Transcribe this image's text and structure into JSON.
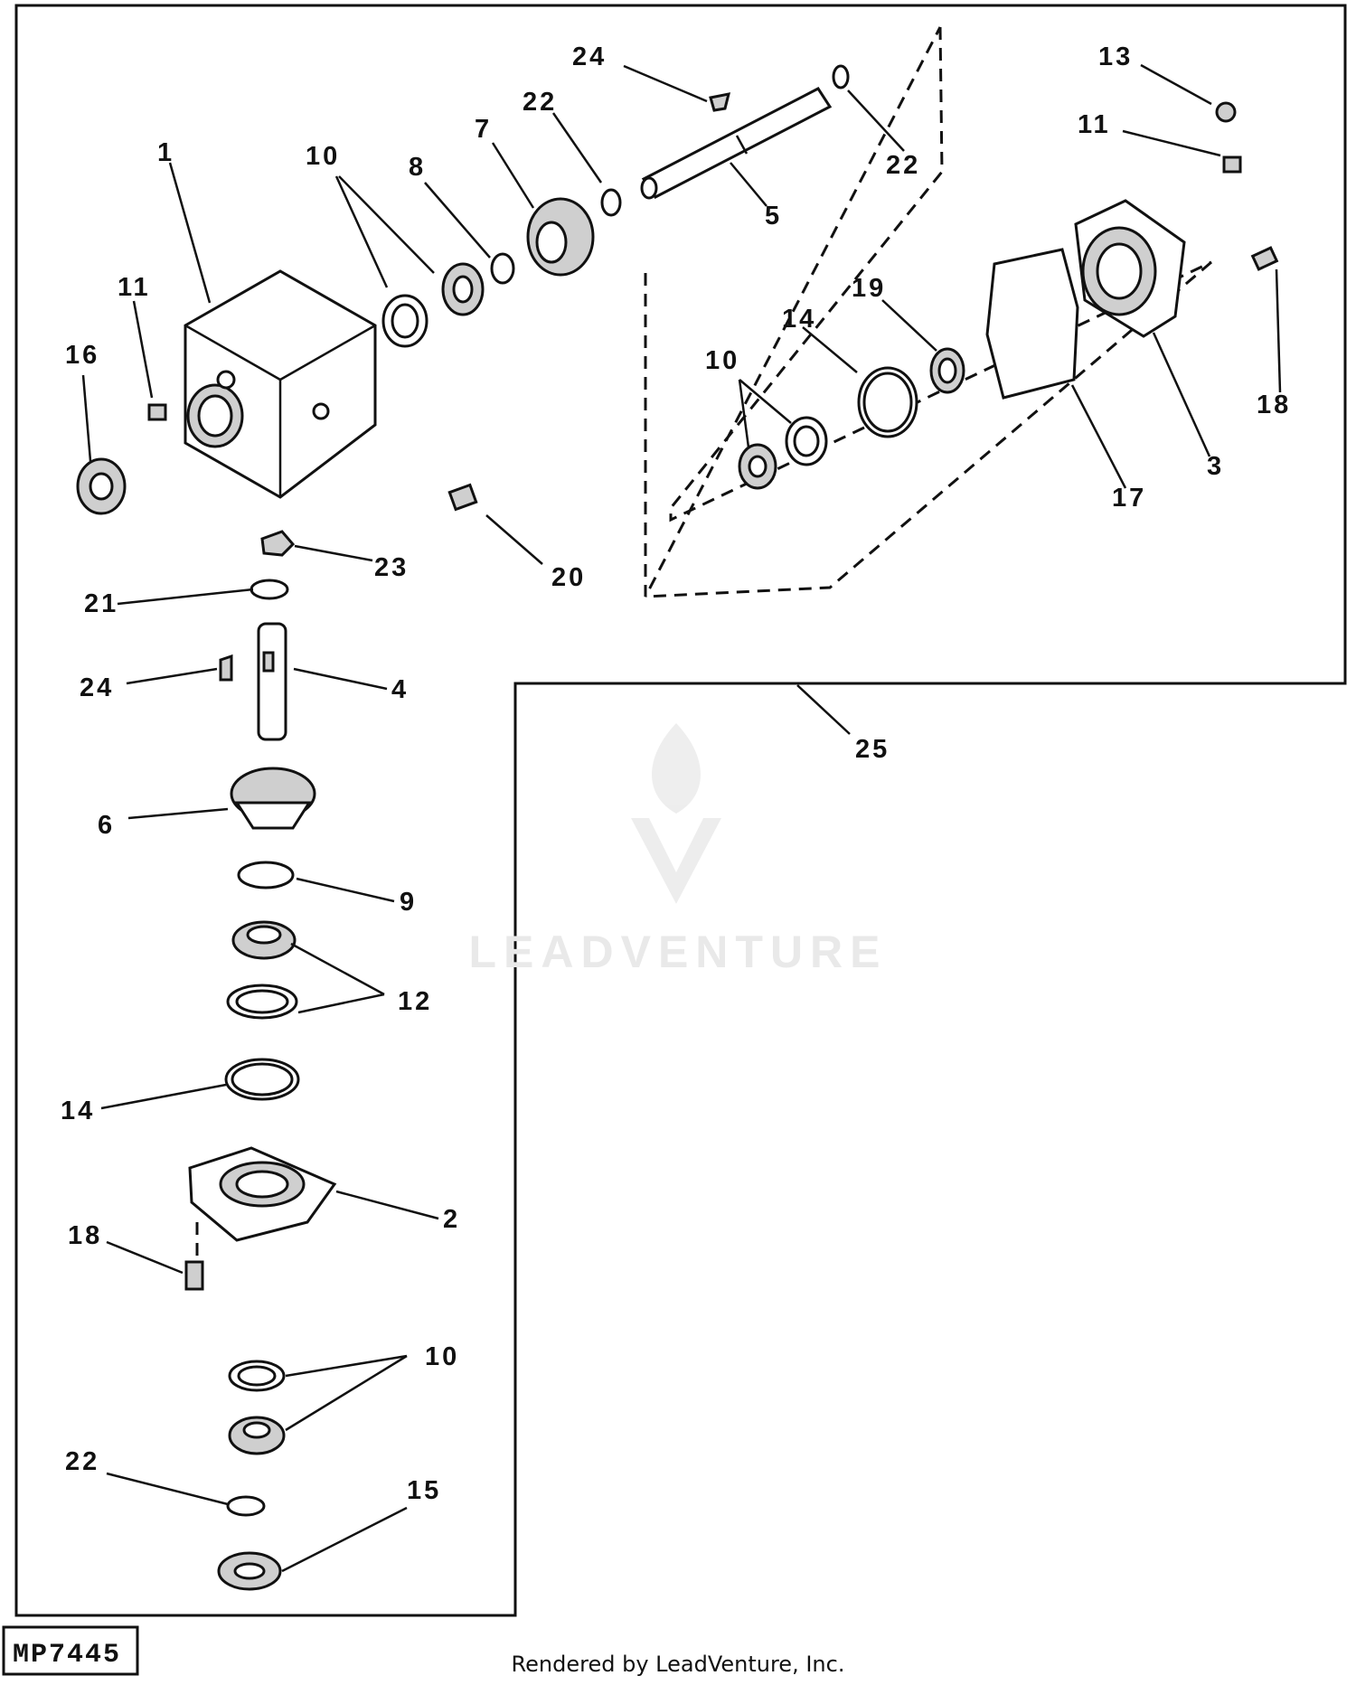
{
  "diagram": {
    "callouts": [
      "1",
      "2",
      "3",
      "4",
      "5",
      "6",
      "7",
      "8",
      "9",
      "10",
      "10",
      "10",
      "11",
      "11",
      "12",
      "13",
      "14",
      "14",
      "15",
      "16",
      "17",
      "18",
      "18",
      "19",
      "20",
      "21",
      "22",
      "22",
      "22",
      "23",
      "24",
      "24",
      "25"
    ]
  },
  "watermark": {
    "text": "LEADVENTURE"
  },
  "footer": {
    "figure_code": "MP7445",
    "rendered_by": "Rendered by LeadVenture, Inc."
  }
}
